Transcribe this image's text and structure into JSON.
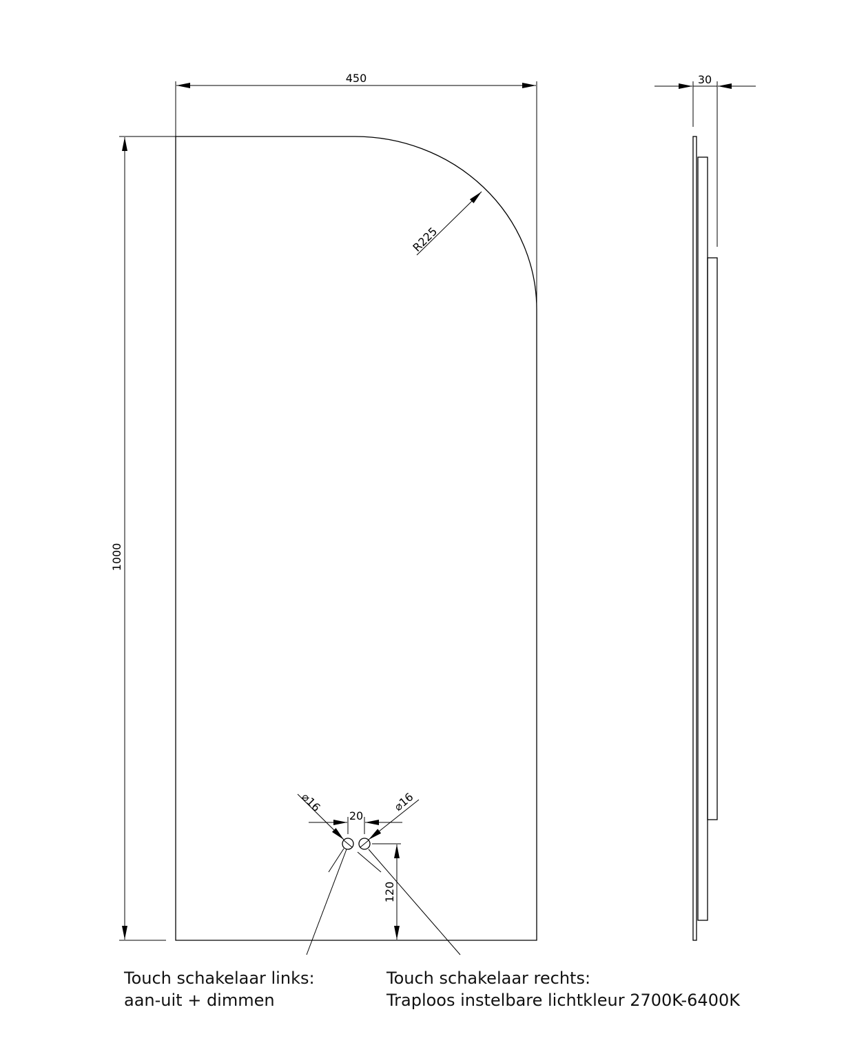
{
  "dimensions": {
    "width": "450",
    "height": "1000",
    "radius": "R225",
    "depth": "30",
    "switch_left_diameter": "⌀16",
    "switch_right_diameter": "⌀16",
    "switch_spacing": "20",
    "switch_height": "120"
  },
  "notes": {
    "left": {
      "line1": "Touch schakelaar links:",
      "line2": "aan-uit + dimmen"
    },
    "right": {
      "line1": "Touch schakelaar rechts:",
      "line2": "Traploos instelbare lichtkleur 2700K-6400K"
    }
  }
}
